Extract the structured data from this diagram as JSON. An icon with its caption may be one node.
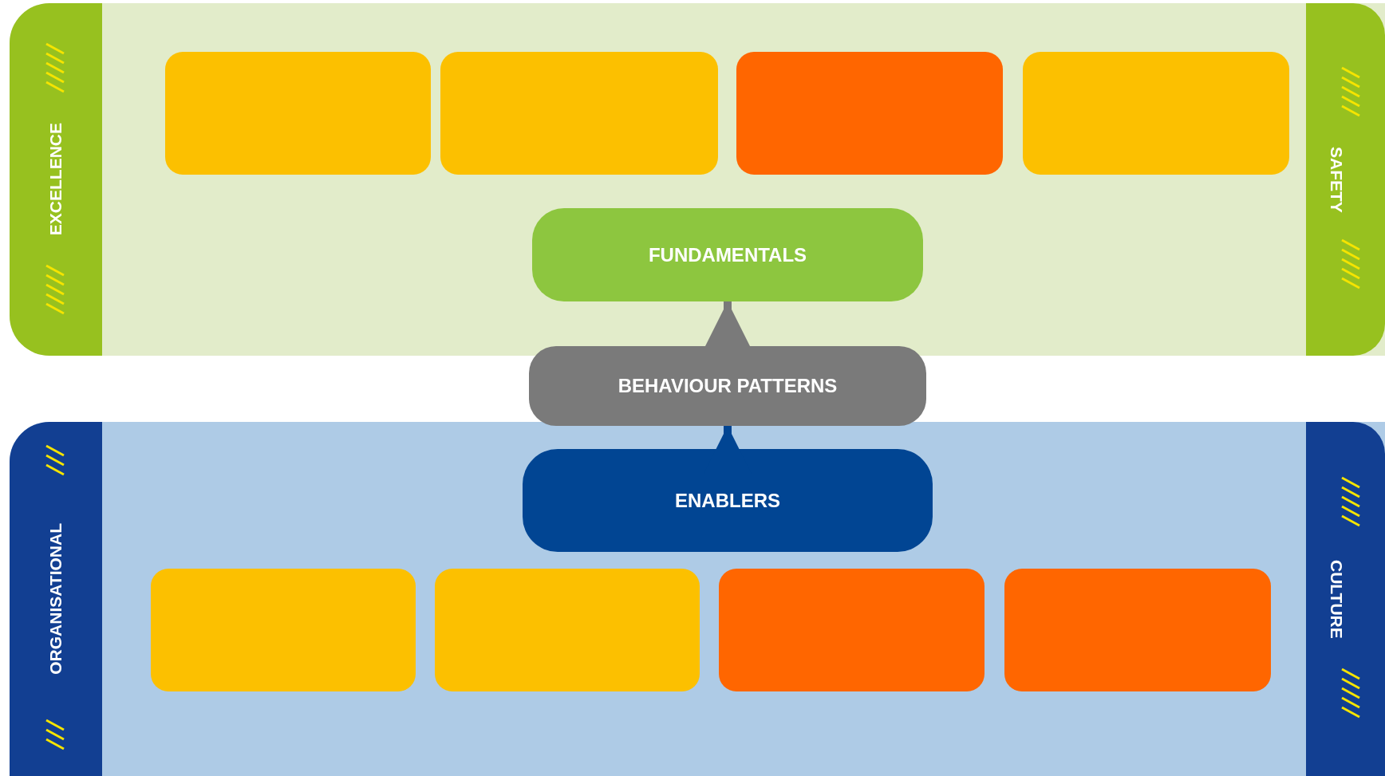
{
  "diagram": {
    "nodes": [
      {
        "text": [],
        "shape": "band"
      },
      {
        "text": [
          "EXCELLENCE"
        ],
        "in": 0
      },
      {
        "text": [
          "SAFETY"
        ],
        "in": 0
      },
      {
        "text": [],
        "shape": "box",
        "in": 0
      },
      {
        "text": [],
        "shape": "box",
        "in": 0
      },
      {
        "text": [],
        "shape": "box",
        "in": 0
      },
      {
        "text": [],
        "shape": "box",
        "in": 0
      },
      {
        "text": [
          "FUNDAMENTALS"
        ],
        "in": 0
      },
      {
        "text": [
          "BEHAVIOUR PATTERNS"
        ]
      },
      {
        "text": [],
        "shape": "band"
      },
      {
        "text": [
          "ORGANISATIONAL"
        ],
        "in": 9
      },
      {
        "text": [
          "CULTURE"
        ],
        "in": 9
      },
      {
        "text": [
          "ENABLERS"
        ],
        "in": 9
      },
      {
        "text": [],
        "shape": "box",
        "in": 9
      },
      {
        "text": [],
        "shape": "box",
        "in": 9
      },
      {
        "text": [],
        "shape": "box",
        "in": 9
      },
      {
        "text": [],
        "shape": "box",
        "in": 9
      }
    ],
    "edges": [
      {
        "from": 8,
        "to": 7,
        "arrow": "to",
        "color": "#7a7a7a"
      },
      {
        "from": 12,
        "to": 8,
        "arrow": "to",
        "color": "#014593"
      }
    ]
  }
}
